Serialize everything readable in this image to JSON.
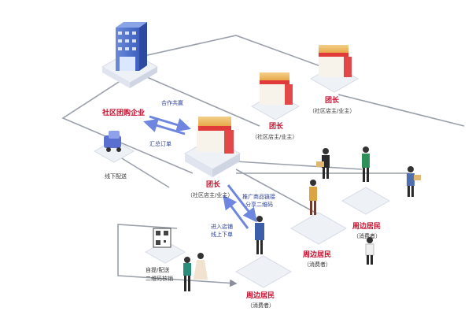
{
  "enterprise": {
    "title": "社区团购企业"
  },
  "actions": {
    "cooperation": "合作共赢",
    "summary_orders": "汇总订单",
    "offline_delivery": "线下配送",
    "promote": "推广商品链接",
    "share_qr": "分享二维码",
    "enter_store": "进入店铺",
    "online_order": "线上下单",
    "pickup": "自提/配送",
    "qr_verify": "二维码核销"
  },
  "nodes": {
    "leader_main": {
      "title": "团长",
      "subtitle": "（社区店主/业主）"
    },
    "leader_2": {
      "title": "团长",
      "subtitle": "（社区店主/业主）"
    },
    "leader_3": {
      "title": "团长",
      "subtitle": "（社区店主/业主）"
    },
    "resident_bottom": {
      "title": "周边居民",
      "subtitle": "（消费者）"
    },
    "resident_mid": {
      "title": "周边居民",
      "subtitle": "（消费者）"
    },
    "resident_right": {
      "title": "周边居民",
      "subtitle": "（消费者）"
    }
  },
  "colors": {
    "accent_red": "#c8102e",
    "accent_blue": "#2a3f9c",
    "line": "#8a8f99",
    "platform": "#eef1f6"
  }
}
